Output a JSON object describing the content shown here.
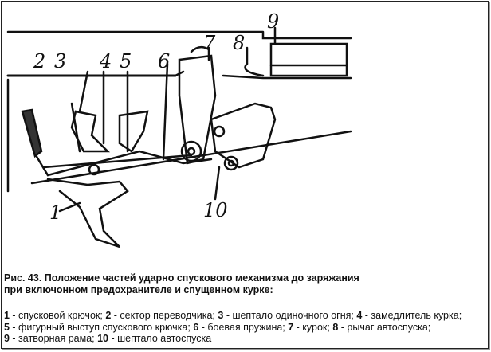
{
  "figure": {
    "labels": [
      "1",
      "2",
      "3",
      "4",
      "5",
      "6",
      "7",
      "8",
      "9",
      "10"
    ],
    "caption_line1": "Рис. 43. Положение частей ударно спускового механизма до заряжания",
    "caption_line2": "при включонном предохранителе и спущенном курке:",
    "legend": [
      {
        "num": "1",
        "text": " - спусковой крючок; "
      },
      {
        "num": "2",
        "text": " - сектор переводчика; "
      },
      {
        "num": "3",
        "text": " - шептало одиночного огня; "
      },
      {
        "num": "4",
        "text": " - замедлитель курка;"
      },
      {
        "num": "5",
        "text": " - фигурный выступ спускового крючка; "
      },
      {
        "num": "6",
        "text": " - боевая пружина; "
      },
      {
        "num": "7",
        "text": " - курок; "
      },
      {
        "num": "8",
        "text": " - рычаг автоспуска;"
      },
      {
        "num": "9",
        "text": " - затворная рама; "
      },
      {
        "num": "10",
        "text": " - шептало автоспуска"
      }
    ]
  }
}
